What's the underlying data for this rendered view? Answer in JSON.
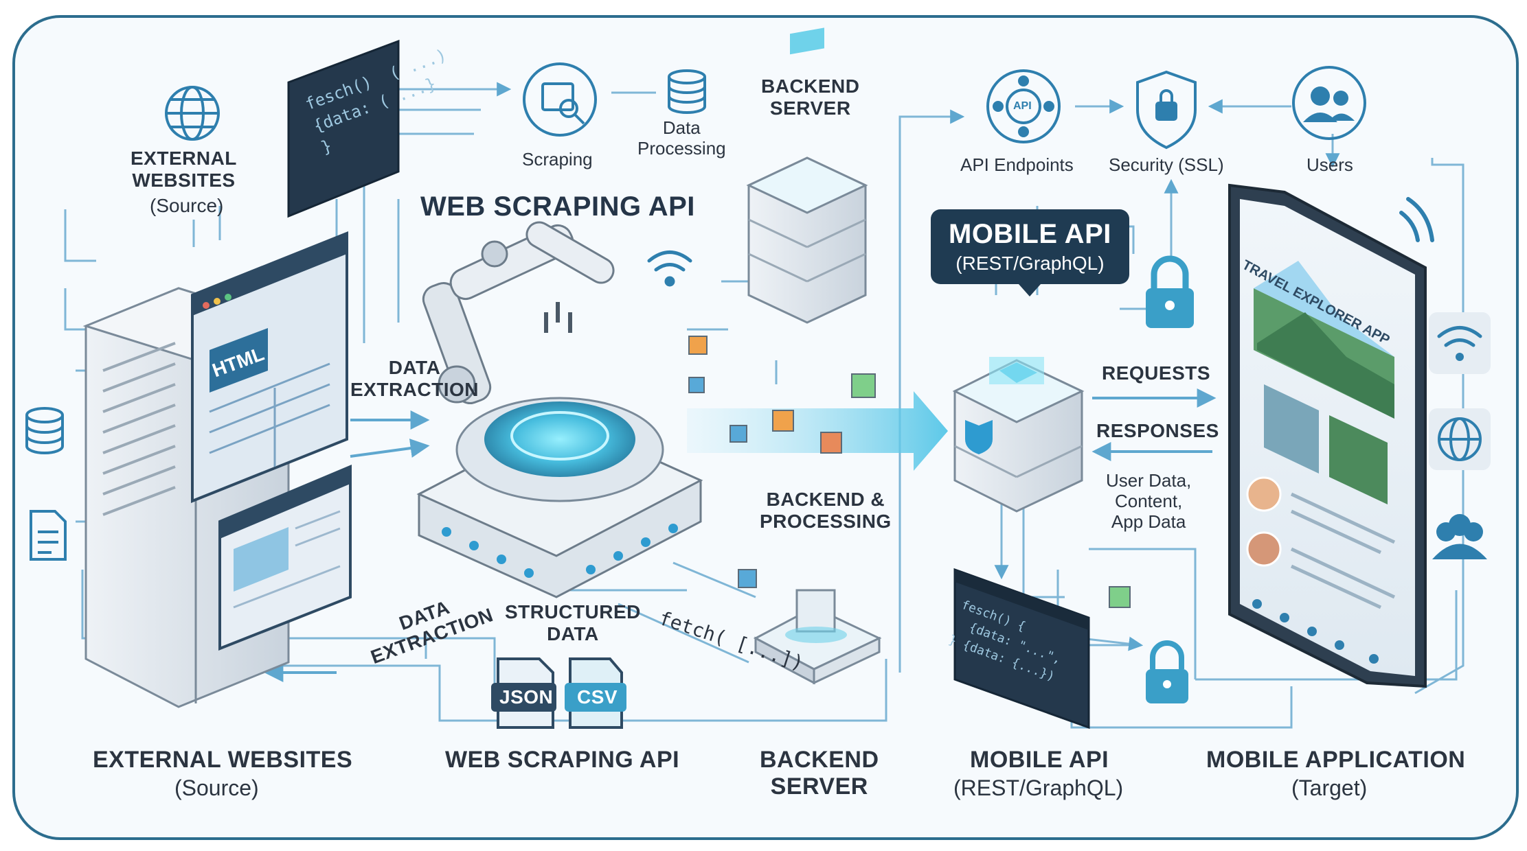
{
  "colors": {
    "frame": "#2c6d8e",
    "line": "#7fb6d6",
    "accent": "#37b6d8",
    "dark": "#1f3b52",
    "text": "#2b3440"
  },
  "top": {
    "external_websites": "EXTERNAL\nWEBSITES",
    "external_source": "(Source)",
    "code_snippet": "fesch()  ( ...)\n{data: ( ...}\n}",
    "scraping": "Scraping",
    "data_processing": "Data\nProcessing",
    "backend_server": "BACKEND\nSERVER",
    "api_endpoints": "API Endpoints",
    "security_ssl": "Security (SSL)",
    "users": "Users",
    "api_badge": "API"
  },
  "center": {
    "web_scraping_api_title": "WEB SCRAPING API",
    "data_extraction_upper": "DATA\nEXTRACTION",
    "data_extraction_lower": "DATA\nEXTRACTION",
    "structured_data": "STRUCTURED\nDATA",
    "json": "JSON",
    "csv": "CSV",
    "fetch": "fetch( [...])",
    "backend_processing": "BACKEND &\nPROCESSING",
    "html_badge": "HTML"
  },
  "mobile_api": {
    "title": "MOBILE API",
    "subtitle": "(REST/GraphQL)",
    "requests": "REQUESTS",
    "responses": "RESPONSES",
    "payload": "User Data,\nContent,\nApp Data",
    "code": "fesch() {\n  {data: \"...\",\n} {data: {...})"
  },
  "phone": {
    "app_title": "TRAVEL EXPLORER APP"
  },
  "bottom": {
    "ext_title": "EXTERNAL WEBSITES",
    "ext_sub": "(Source)",
    "scrape_title": "WEB SCRAPING API",
    "backend_title": "BACKEND\nSERVER",
    "mobile_api_title": "MOBILE API",
    "mobile_api_sub": "(REST/GraphQL)",
    "app_title": "MOBILE APPLICATION",
    "app_sub": "(Target)"
  }
}
